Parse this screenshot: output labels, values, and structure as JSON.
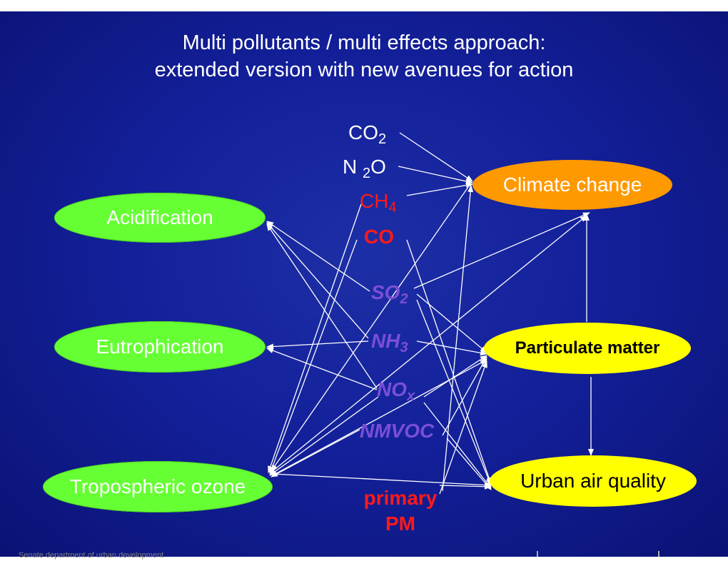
{
  "title": {
    "line1": "Multi pollutants / multi effects approach:",
    "line2": "extended version with new avenues for action"
  },
  "effects": {
    "acidification": "Acidification",
    "eutrophication": "Eutrophication",
    "ozone": "Tropospheric ozone",
    "climate": "Climate change",
    "pm": "Particulate matter",
    "urban": "Urban air quality"
  },
  "pollutants": {
    "co2_main": "CO",
    "co2_sub": "2",
    "n2o_a": "N ",
    "n2o_sub": "2",
    "n2o_b": "O",
    "ch4_main": "CH",
    "ch4_sub": "4",
    "co": "CO",
    "so2_main": "SO",
    "so2_sub": "2",
    "nh3_main": "NH",
    "nh3_sub": "3",
    "nox_main": "NO",
    "nox_sub": "x",
    "nmvoc": "NMVOC",
    "primary_pm_1": "primary",
    "primary_pm_2": "PM"
  },
  "footer": {
    "text": "Senate department of urban development"
  },
  "colors": {
    "background": "#13209a",
    "green": "#66ff33",
    "orange": "#ff9900",
    "yellow": "#ffff00",
    "red": "#ff1a1a",
    "purple": "#7a4fd6"
  }
}
